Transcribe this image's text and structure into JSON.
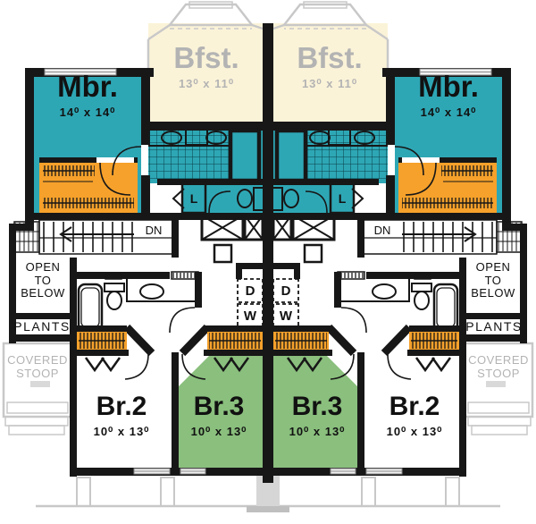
{
  "colors": {
    "teal": "#2ea7b5",
    "orange": "#f6a12b",
    "green": "#8abf7d",
    "cream": "#fbf3d8",
    "ghost": "#c8c8c8",
    "ghosttext": "#b3b3b3",
    "wall": "#171717"
  },
  "rooms": {
    "mbr": {
      "name": "Mbr.",
      "dims": "14⁰ x 14⁰"
    },
    "bfst": {
      "name": "Bfst.",
      "dims": "13⁰ x 11⁰"
    },
    "br2": {
      "name": "Br.2",
      "dims": "10⁰ x 13⁰"
    },
    "br3": {
      "name": "Br.3",
      "dims": "10⁰ x 13⁰"
    }
  },
  "labels": {
    "linen": "L",
    "down": "DN",
    "dryer": "D",
    "washer": "W",
    "open_to_below": "OPEN\nTO\nBELOW",
    "plants": "PLANTS",
    "covered_stoop": "COVERED\nSTOOP"
  }
}
